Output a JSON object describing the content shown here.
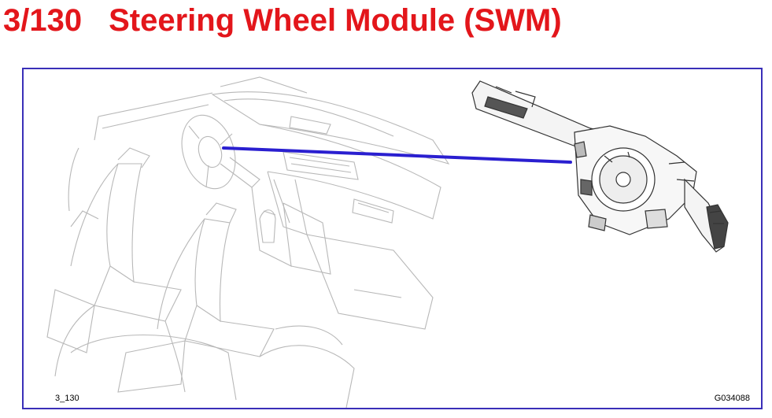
{
  "page": {
    "title_number": "3/130",
    "title_text": "Steering Wheel Module (SWM)",
    "title_color": "#e3161b",
    "frame_color": "#3a2fb8",
    "leader_line_color": "#2a1fd0"
  },
  "figure": {
    "ref_code": "3_130",
    "drawing_code": "G034088"
  }
}
